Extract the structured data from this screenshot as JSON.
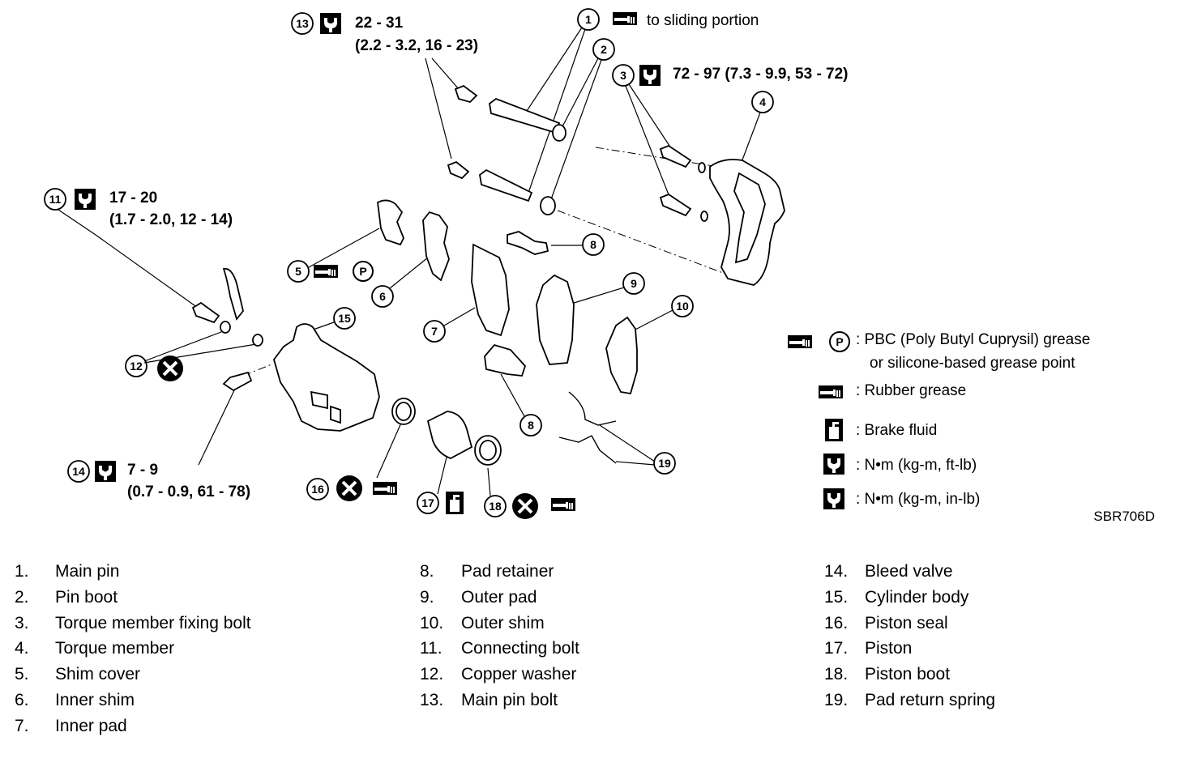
{
  "callouts": {
    "c13": {
      "num": "13",
      "line1": "22 - 31",
      "line2": "(2.2 - 3.2, 16 - 23)"
    },
    "c1": {
      "num": "1",
      "text": "to sliding portion"
    },
    "c2": {
      "num": "2"
    },
    "c3": {
      "num": "3",
      "text": "72 - 97 (7.3 - 9.9, 53 - 72)"
    },
    "c4": {
      "num": "4"
    },
    "c11": {
      "num": "11",
      "line1": "17 - 20",
      "line2": "(1.7 - 2.0, 12 - 14)"
    },
    "c5": {
      "num": "5"
    },
    "c6": {
      "num": "6"
    },
    "c7": {
      "num": "7"
    },
    "c8a": {
      "num": "8"
    },
    "c8b": {
      "num": "8"
    },
    "c9": {
      "num": "9"
    },
    "c10": {
      "num": "10"
    },
    "c12": {
      "num": "12"
    },
    "c15": {
      "num": "15"
    },
    "c14": {
      "num": "14",
      "line1": "7 - 9",
      "line2": "(0.7 - 0.9, 61 - 78)"
    },
    "c16": {
      "num": "16"
    },
    "c17": {
      "num": "17"
    },
    "c18": {
      "num": "18"
    },
    "c19": {
      "num": "19"
    }
  },
  "legend": {
    "pbc_line1": ": PBC (Poly Butyl Cuprysil) grease",
    "pbc_line2": "or silicone-based grease point",
    "rubber": ": Rubber grease",
    "brake": ": Brake fluid",
    "nm_ftlb": ": N•m (kg-m, ft-lb)",
    "nm_inlb": ": N•m (kg-m, in-lb)",
    "grease_letter": "P"
  },
  "figure_code": "SBR706D",
  "parts": {
    "col1": [
      {
        "n": "1.",
        "name": "Main pin"
      },
      {
        "n": "2.",
        "name": "Pin boot"
      },
      {
        "n": "3.",
        "name": "Torque member fixing bolt"
      },
      {
        "n": "4.",
        "name": "Torque member"
      },
      {
        "n": "5.",
        "name": "Shim cover"
      },
      {
        "n": "6.",
        "name": "Inner shim"
      },
      {
        "n": "7.",
        "name": "Inner pad"
      }
    ],
    "col2": [
      {
        "n": "8.",
        "name": "Pad retainer"
      },
      {
        "n": "9.",
        "name": "Outer pad"
      },
      {
        "n": "10.",
        "name": "Outer shim"
      },
      {
        "n": "11.",
        "name": "Connecting bolt"
      },
      {
        "n": "12.",
        "name": "Copper washer"
      },
      {
        "n": "13.",
        "name": "Main pin bolt"
      }
    ],
    "col3": [
      {
        "n": "14.",
        "name": "Bleed valve"
      },
      {
        "n": "15.",
        "name": "Cylinder body"
      },
      {
        "n": "16.",
        "name": "Piston seal"
      },
      {
        "n": "17.",
        "name": "Piston"
      },
      {
        "n": "18.",
        "name": "Piston boot"
      },
      {
        "n": "19.",
        "name": "Pad return spring"
      }
    ]
  }
}
